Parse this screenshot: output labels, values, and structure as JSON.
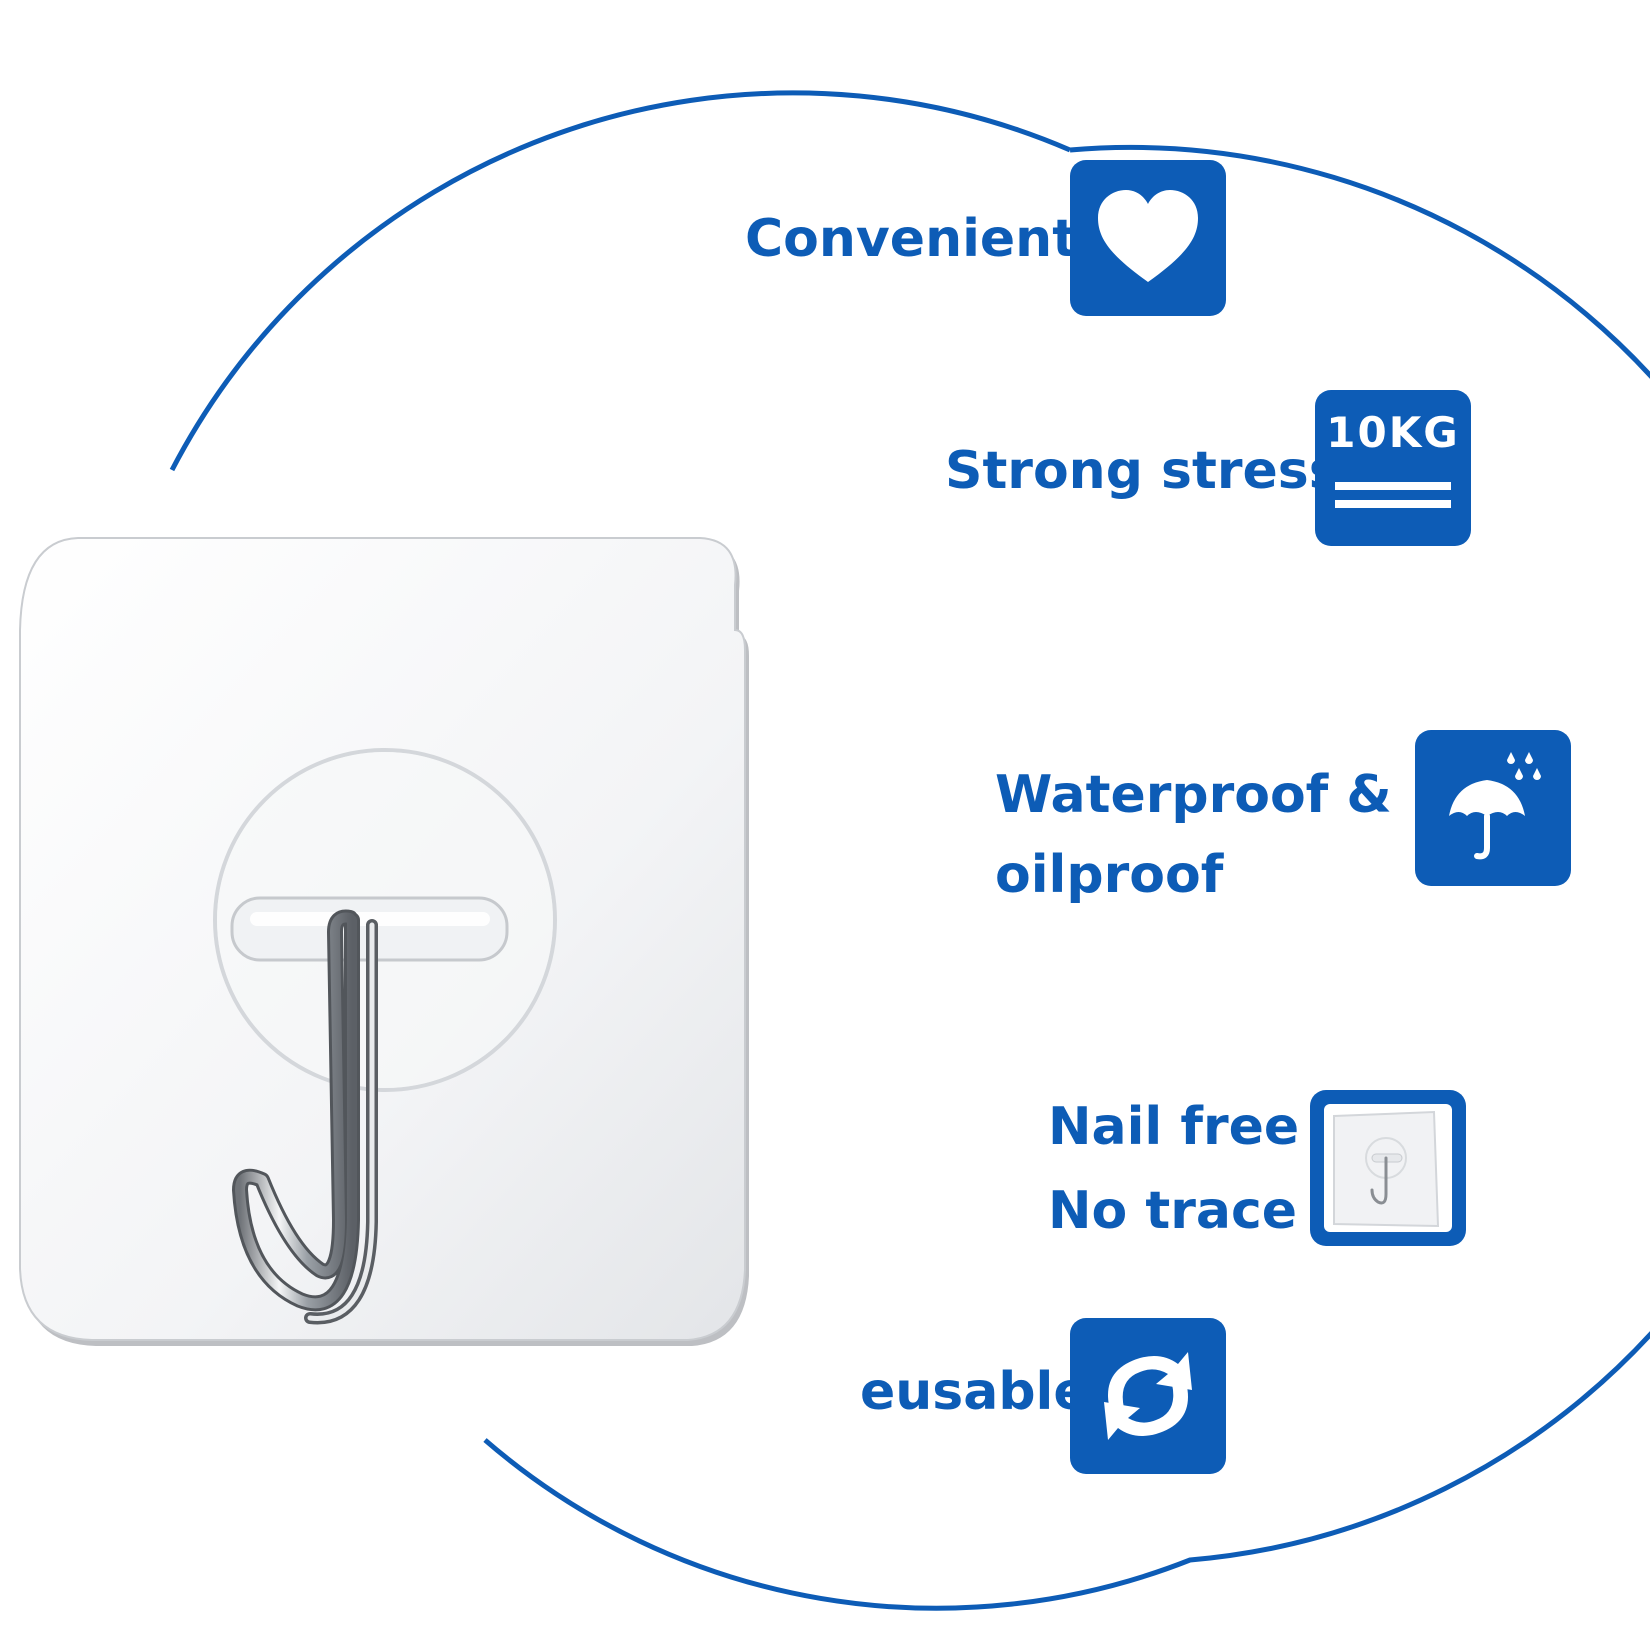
{
  "colors": {
    "accent": "#0d5cb6",
    "arc": "#0d5cb6"
  },
  "features": [
    {
      "id": "convenient",
      "lines": [
        "Convenient"
      ],
      "icon": "heart-icon"
    },
    {
      "id": "strong",
      "lines": [
        "Strong stress"
      ],
      "icon": "weight-icon",
      "icon_text": "10KG"
    },
    {
      "id": "waterproof",
      "lines": [
        "Waterproof &",
        "oilproof"
      ],
      "icon": "umbrella-rain-icon"
    },
    {
      "id": "nailfree",
      "lines": [
        "Nail free",
        "No trace"
      ],
      "icon": "hook-thumbnail-icon"
    },
    {
      "id": "reusable",
      "lines": [
        "eusable"
      ],
      "icon": "recycle-arrows-icon"
    }
  ]
}
